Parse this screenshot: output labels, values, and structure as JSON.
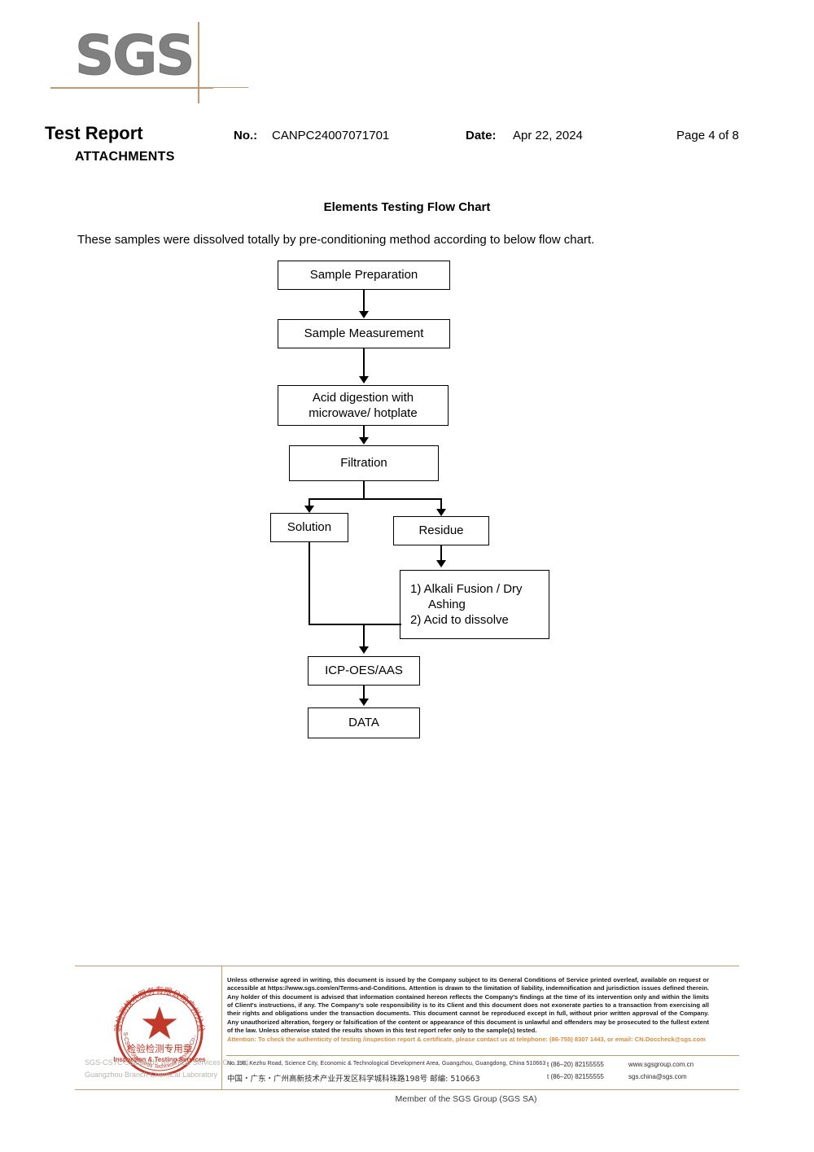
{
  "header": {
    "logo": "SGS",
    "title": "Test Report",
    "subtitle": "ATTACHMENTS",
    "no_label": "No.:",
    "no_value": "CANPC24007071701",
    "date_label": "Date:",
    "date_value": "Apr 22, 2024",
    "page": "Page 4 of 8"
  },
  "body": {
    "chart_title": "Elements Testing Flow Chart",
    "intro": "These samples were dissolved totally by pre-conditioning method according to below flow chart."
  },
  "flowchart": {
    "nodes": {
      "preparation": "Sample Preparation",
      "measurement": "Sample Measurement",
      "acid_line1": "Acid digestion with",
      "acid_line2": "microwave/ hotplate",
      "filtration": "Filtration",
      "solution": "Solution",
      "residue": "Residue",
      "alkali_line1": "1) Alkali Fusion / Dry",
      "alkali_line2": "Ashing",
      "alkali_line3": "2) Acid to dissolve",
      "icp": "ICP-OES/AAS",
      "data": "DATA"
    }
  },
  "stamp": {
    "ring_cn": "广州分公司 检验检测技术服务有限公司",
    "inner_cn": "检验检测专用章",
    "inner_en": "Inspection & Testing Services",
    "arc_en": "SGS-CSTC Standards Technical Services Co., Ltd.",
    "color": "#c0392b"
  },
  "footer": {
    "disclaimer": "Unless otherwise agreed in writing, this document is issued by the Company subject to its General Conditions of Service printed overleaf, available on request or accessible at https://www.sgs.com/en/Terms-and-Conditions. Attention is drawn to the limitation of liability, indemnification and jurisdiction issues defined therein. Any holder of this document is advised that information contained hereon reflects the Company's findings at the time of its intervention only and within the limits of Client's instructions, if any. The Company's sole responsibility is to its Client and this document does not exonerate parties to a transaction from exercising all their rights and obligations under the transaction documents. This document cannot be reproduced except in full, without prior written approval of the Company. Any unauthorized alteration, forgery or falsification of the content or appearance of this document is unlawful and offenders may be prosecuted to the fullest extent of the law. Unless otherwise stated the results shown in this test report refer only to the sample(s) tested.",
    "attention": "Attention: To check the authenticity of testing /inspection report & certificate, please contact us at telephone: (86-755) 8307 1443, or email: CN.Doccheck@sgs.com",
    "lab_line1": "SGS-CSTC Standards Technical Services Co., Ltd.",
    "lab_line2": "Guangzhou Branch Chemical Laboratory",
    "address_en": "No.198, Kezhu Road, Science City, Economic & Technological Development Area, Guangzhou, Guangdong, China 510663",
    "address_cn": "中国・广东・广州高新技术产业开发区科学城科珠路198号   邮编: 510663",
    "tel1": "t (86–20) 82155555",
    "tel2": "t (86–20) 82155555",
    "web1": "www.sgsgroup.com.cn",
    "web2": "sgs.china@sgs.com",
    "member": "Member of the SGS Group (SGS SA)"
  },
  "colors": {
    "rule": "#c49a6c",
    "attention": "#d98a3c",
    "logo_gray": "#808080",
    "stamp_red": "#c0392b"
  }
}
